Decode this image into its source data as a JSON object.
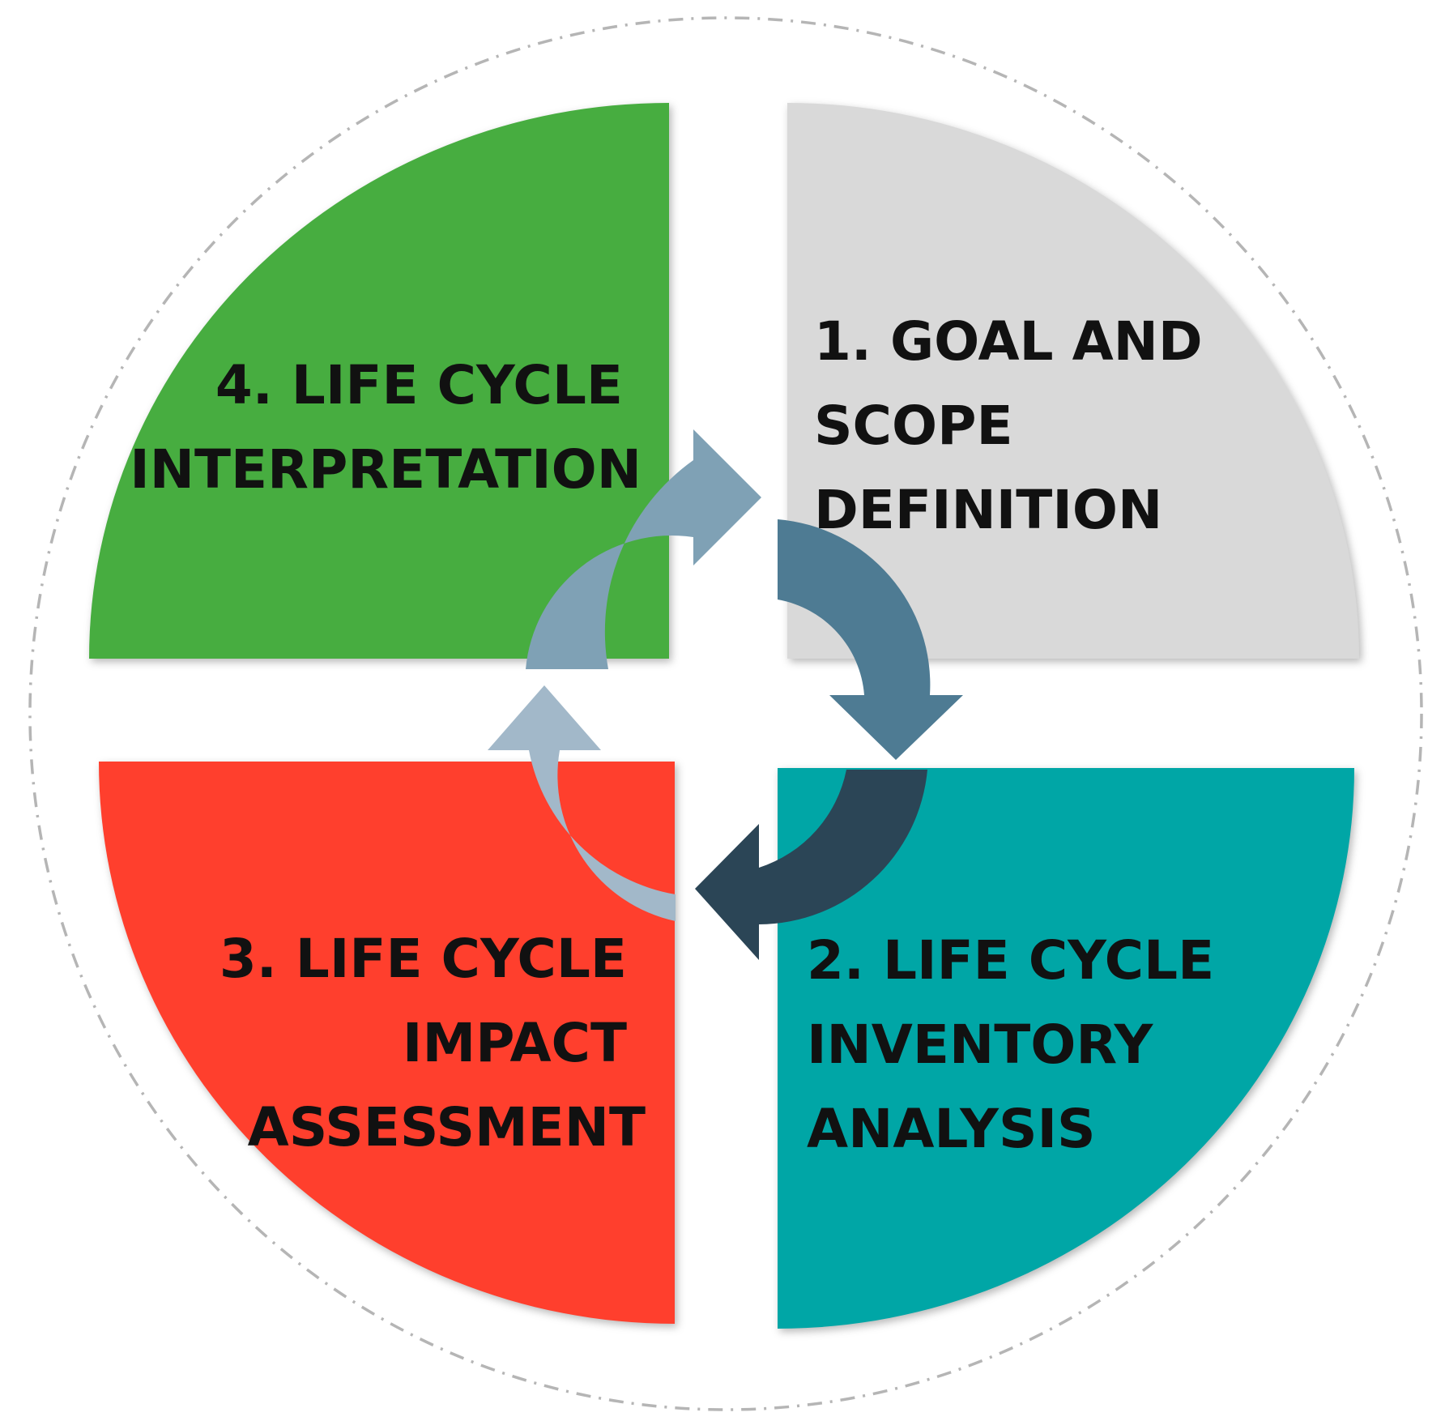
{
  "diagram": {
    "phases": [
      {
        "id": "goal-scope",
        "number": "1.",
        "lines": [
          "1. GOAL AND",
          "SCOPE",
          "DEFINITION"
        ],
        "color": "#d9d9d9"
      },
      {
        "id": "inventory",
        "number": "2.",
        "lines": [
          "2. LIFE CYCLE",
          "INVENTORY",
          "ANALYSIS"
        ],
        "color": "#00a6a6"
      },
      {
        "id": "impact",
        "number": "3.",
        "lines": [
          "3. LIFE CYCLE",
          "IMPACT",
          "ASSESSMENT"
        ],
        "color": "#ff3f2d"
      },
      {
        "id": "interpretation",
        "number": "4.",
        "lines": [
          "4. LIFE CYCLE",
          "INTERPRETATION"
        ],
        "color": "#47ad40"
      }
    ],
    "arrow_colors": {
      "top_left": "#7fa1b5",
      "top_right": "#4e7b93",
      "bottom_right": "#2b4556",
      "bottom_left": "#a2b8c9"
    },
    "outer_ring_color": "#b5b5b5",
    "flow": "clockwise"
  }
}
